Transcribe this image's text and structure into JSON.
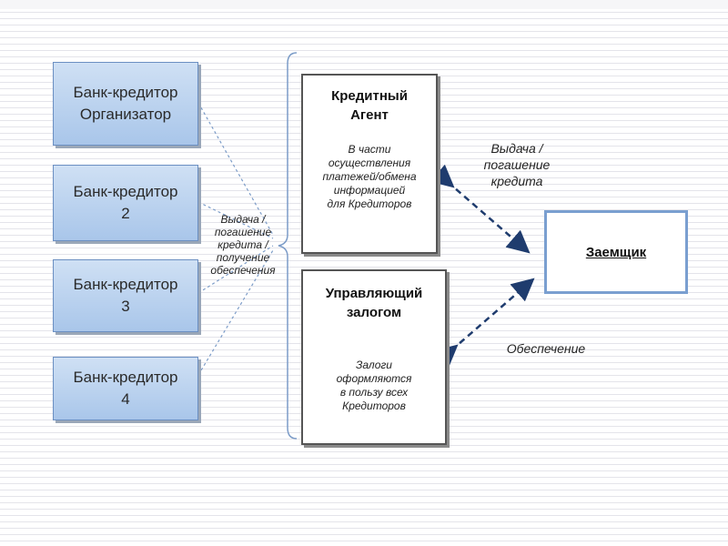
{
  "banks": [
    {
      "line1": "Банк-кредитор",
      "line2": "Организатор"
    },
    {
      "line1": "Банк-кредитор",
      "line2": "2"
    },
    {
      "line1": "Банк-кредитор",
      "line2": "3"
    },
    {
      "line1": "Банк-кредитор",
      "line2": "4"
    }
  ],
  "left_label": [
    "Выдача /",
    "погашение",
    "кредита /",
    "получение",
    "обеспечения"
  ],
  "credit_agent": {
    "title": [
      "Кредитный",
      "Агент"
    ],
    "description": [
      "В части",
      "осуществления",
      "платежей/обмена",
      "информацией",
      "для Кредиторов"
    ]
  },
  "collateral_manager": {
    "title": [
      "Управляющий",
      "залогом"
    ],
    "description": [
      "Залоги",
      "оформляются",
      "в пользу всех",
      "Кредиторов"
    ]
  },
  "borrower": {
    "label": "Заемщик"
  },
  "right_labels": {
    "loan": [
      "Выдача /",
      "погашение",
      "кредита"
    ],
    "security": "Обеспечение"
  }
}
